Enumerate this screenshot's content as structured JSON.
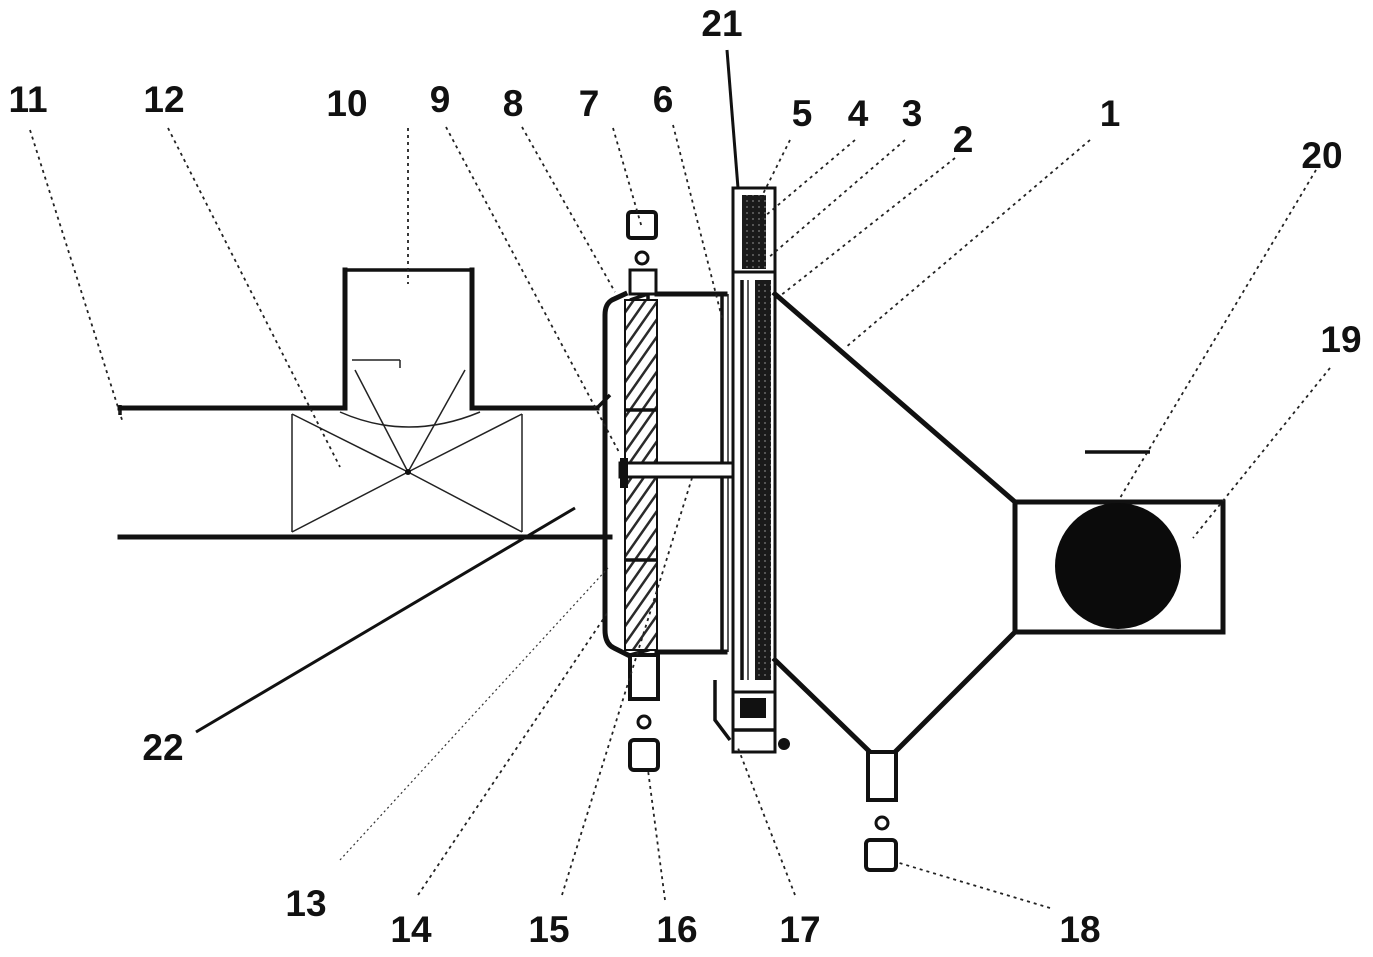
{
  "labels": {
    "l1": "1",
    "l2": "2",
    "l3": "3",
    "l4": "4",
    "l5": "5",
    "l6": "6",
    "l7": "7",
    "l8": "8",
    "l9": "9",
    "l10": "10",
    "l11": "11",
    "l12": "12",
    "l13": "13",
    "l14": "14",
    "l15": "15",
    "l16": "16",
    "l17": "17",
    "l18": "18",
    "l19": "19",
    "l20": "20",
    "l21": "21",
    "l22": "22"
  },
  "colors": {
    "ink": "#111111",
    "paper": "#ffffff",
    "hatch": "#2a2a2a"
  }
}
